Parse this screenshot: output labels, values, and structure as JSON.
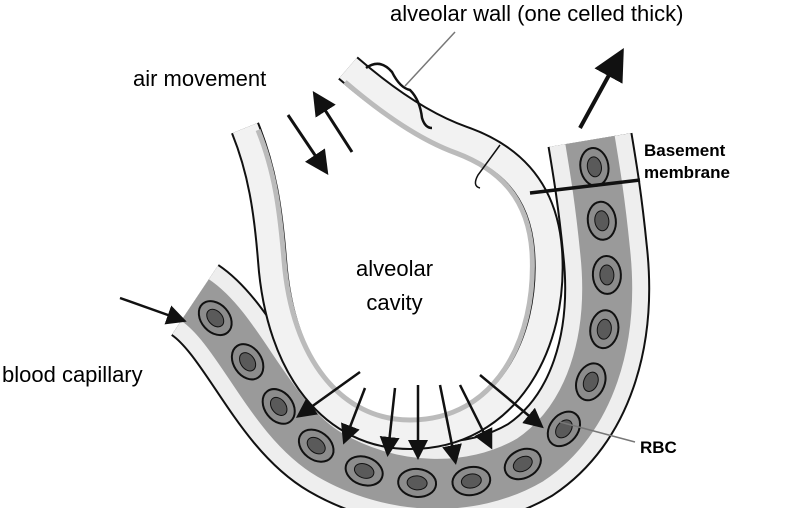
{
  "labels": {
    "alveolar_wall": "alveolar wall (one celled thick)",
    "air_movement": "air movement",
    "basement_membrane_line1": "Basement",
    "basement_membrane_line2": "membrane",
    "alveolar_cavity_line1": "alveolar",
    "alveolar_cavity_line2": "cavity",
    "blood_capillary": "blood capillary",
    "rbc": "RBC"
  },
  "colors": {
    "capillary_fill": "#9a9a9a",
    "rbc_fill": "#8c8c8c",
    "rbc_nucleus": "#5a5a5a",
    "wall_fill": "#d9d9d9",
    "line": "#111111"
  }
}
